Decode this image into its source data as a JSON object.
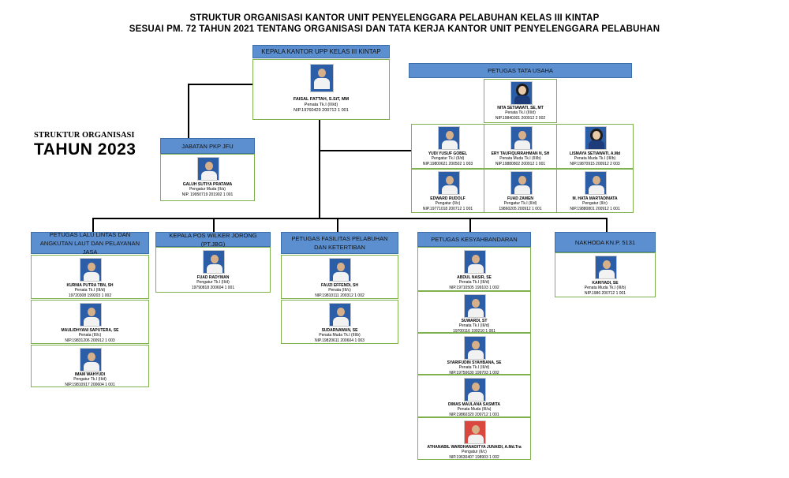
{
  "header": {
    "title_line1": "STRUKTUR ORGANISASI KANTOR UNIT PENYELENGGARA PELABUHAN KELAS III KINTAP",
    "title_line2": "SESUAI PM. 72 TAHUN 2021 TENTANG ORGANISASI DAN TATA KERJA KANTOR UNIT PENYELENGGARA PELABUHAN"
  },
  "side": {
    "label": "STRUKTUR ORGANISASI",
    "year": "TAHUN 2023"
  },
  "kepala": {
    "title": "KEPALA KANTOR UPP KELAS III KINTAP",
    "person": {
      "name": "FAISAL FATTAH, S.SiT, MM",
      "rank": "Penata Tk.I (III/d)",
      "nip": "NIP.19760429 200712 1 001"
    }
  },
  "tata_usaha": {
    "title": "PETUGAS TATA USAHA",
    "lead": {
      "name": "NITA SETIAWATI, SE, MT",
      "rank": "Penata Tk.I (III/d)",
      "nip": "NIP.19840301 200912 2 002"
    },
    "members": [
      {
        "name": "YUDI YUSUF GOBEL",
        "rank": "Pengatur Tk.I (II/d)",
        "nip": "NIP.19800621 200502 1 003"
      },
      {
        "name": "ERY TAUFIQURRAHMAN N, SH",
        "rank": "Penata Muda Tk.I (III/b)",
        "nip": "NIP.19880802 200912 1 001"
      },
      {
        "name": "LISMAYA SETIAWATI, A.Md",
        "rank": "Penata Muda Tk.I (III/b)",
        "nip": "NIP.19870915 200912 2 003"
      },
      {
        "name": "EDWARD RUDOLF",
        "rank": "Pengatur (II/c)",
        "nip": "NIP.19771018 200712 1 001"
      },
      {
        "name": "FUAD ZAMEN",
        "rank": "Pengatur Tk.I (II/d)",
        "nip": "19860205 200912 1 001"
      },
      {
        "name": "M. HATA MARTADINATA",
        "rank": "Pengatur (II/c)",
        "nip": "NIP.19880801 200912 1 001"
      }
    ]
  },
  "jabatan": {
    "title": "JABATAN PKP JFU",
    "person": {
      "name": "GALUH SUTIYA PRATAMA",
      "rank": "Pengatur Muda (II/a)",
      "nip": "NIP. 19950719 201902 1 001"
    }
  },
  "lalu_lintas": {
    "title": "PETUGAS LALU LINTAS DAN ANGKUTAN LAUT DAN PELAYANAN JASA",
    "members": [
      {
        "name": "KURNIA PUTRA TBN, SH",
        "rank": "Penata Tk.I (III/d)",
        "nip": "19720308 199203 1 002"
      },
      {
        "name": "MAULIDHYANI SAPUTERA, SE",
        "rank": "Penata (III/c)",
        "nip": "NIP.19831206 200912 1 003"
      },
      {
        "name": "IMAM WAHYUDI",
        "rank": "Pengatur Tk.I (II/d)",
        "nip": "NIP.19810917 200604 1 001"
      }
    ]
  },
  "pos_wilker": {
    "title": "KEPALA POS WILKER JORONG (PT.JBG)",
    "person": {
      "name": "FUAD RADYMAN",
      "rank": "Pengatur Tk.I (II/d)",
      "nip": "19790818 200604 1 001"
    }
  },
  "fasilitas": {
    "title": "PETUGAS FASILITAS PELABUHAN DAN KETERTIBAN",
    "members": [
      {
        "name": "FAUZI EFFENDI, SH",
        "rank": "Penata (III/c)",
        "nip": "NIP.19810111 200312 1 002"
      },
      {
        "name": "SUDARNAWAN, SE",
        "rank": "Penata Muda Tk.I (III/b)",
        "nip": "NIP.19820611 200604 1 003"
      }
    ]
  },
  "kesyahbandaran": {
    "title": "PETUGAS KESYAHBANDARAN",
    "members": [
      {
        "name": "ABDUL NASIR, SE",
        "rank": "Penata Tk.I (III/d)",
        "nip": "NIP.19710505 199103 1 002"
      },
      {
        "name": "SUWARDI, ST",
        "rank": "Penata Tk.I (III/d)",
        "nip": "19700116 199210 1 001"
      },
      {
        "name": "SYARIFUDIN SYAHBANA, SE",
        "rank": "Penata Tk.I (III/d)",
        "nip": "NIP.19750630 199703 1 002"
      },
      {
        "name": "DIMAS MAULANA SASMITA",
        "rank": "Penata Muda (III/a)",
        "nip": "NIP.19860320 200712 1 001"
      },
      {
        "name": "ATHANABIL WARDHANADITYA JUNAIDI, A.Md.Tra",
        "rank": "Pengatur (II/c)",
        "nip": "NIP.19630407 198903 1 002"
      }
    ]
  },
  "nakhoda": {
    "title": "NAKHODA KN.P. 5131",
    "person": {
      "name": "KARIYADI, SE",
      "rank": "Penata Muda Tk.I (III/b)",
      "nip": "NIP.1986 200712 1 001"
    }
  },
  "colors": {
    "header_fill": "#5b8fd0",
    "card_border": "#7fb24f",
    "photo_bg": "#2c5ea8",
    "photo_red": "#d9473e"
  }
}
